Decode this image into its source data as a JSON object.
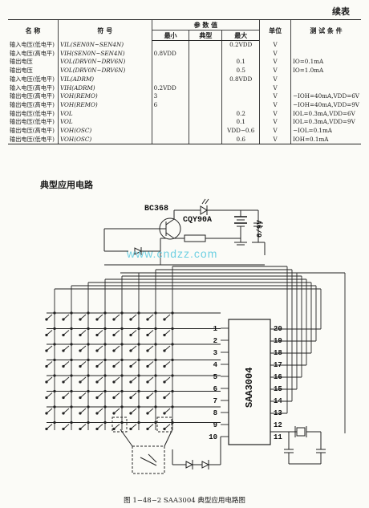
{
  "corner_note": "续表",
  "table": {
    "header": {
      "name": "名 称",
      "symbol": "符 号",
      "values": "参 数 值",
      "min": "最小",
      "typ": "典型",
      "max": "最大",
      "unit": "单位",
      "conditions": "测 试 条 件"
    },
    "rows": [
      {
        "name": "输入电压(低电平)",
        "symbol": "VIL(SEN0N~SEN4N)",
        "min": "",
        "typ": "",
        "max": "0.2VDD",
        "unit": "V",
        "cond": ""
      },
      {
        "name": "输入电压(高电平)",
        "symbol": "VIH(SEN0N~SEN4N)",
        "min": "0.8VDD",
        "typ": "",
        "max": "",
        "unit": "V",
        "cond": ""
      },
      {
        "name": "输出电压",
        "symbol": "VOL(DRV0N~DRV6N)",
        "min": "",
        "typ": "",
        "max": "0.1",
        "unit": "V",
        "cond": "IO=0.1mA"
      },
      {
        "name": "输出电压",
        "symbol": "VOL(DRV0N~DRV6N)",
        "min": "",
        "typ": "",
        "max": "0.5",
        "unit": "V",
        "cond": "IO=1.0mA"
      },
      {
        "name": "输入电压(低电平)",
        "symbol": "VIL(ADRM)",
        "min": "",
        "typ": "",
        "max": "0.8VDD",
        "unit": "V",
        "cond": ""
      },
      {
        "name": "输入电压(高电平)",
        "symbol": "VIH(ADRM)",
        "min": "0.2VDD",
        "typ": "",
        "max": "",
        "unit": "V",
        "cond": ""
      },
      {
        "name": "输出电压(高电平)",
        "symbol": "VOH(REMO)",
        "min": "3",
        "typ": "",
        "max": "",
        "unit": "V",
        "cond": "−IOH=40mA,VDD=6V"
      },
      {
        "name": "输出电压(高电平)",
        "symbol": "VOH(REMO)",
        "min": "6",
        "typ": "",
        "max": "",
        "unit": "V",
        "cond": "−IOH=40mA,VDD=9V"
      },
      {
        "name": "输出电压(低电平)",
        "symbol": "VOL",
        "min": "",
        "typ": "",
        "max": "0.2",
        "unit": "V",
        "cond": "IOL=0.3mA,VDD=6V"
      },
      {
        "name": "输出电压(低电平)",
        "symbol": "VOL",
        "min": "",
        "typ": "",
        "max": "0.1",
        "unit": "V",
        "cond": "IOL=0.3mA,VDD=9V"
      },
      {
        "name": "输出电压(高电平)",
        "symbol": "VOH(OSC)",
        "min": "",
        "typ": "",
        "max": "VDD−0.6",
        "unit": "V",
        "cond": "−IOL=0.1mA"
      },
      {
        "name": "输出电压(低电平)",
        "symbol": "VOH(OSC)",
        "min": "",
        "typ": "",
        "max": "0.6",
        "unit": "V",
        "cond": "IOH=0.1mA"
      }
    ]
  },
  "section_title": "典型应用电路",
  "circuit": {
    "transistor": "BC368",
    "led": "CQY90A",
    "supply": "6/9V",
    "ic": "SAA3004",
    "pins_left": [
      "1",
      "2",
      "3",
      "4",
      "5",
      "6",
      "7",
      "8",
      "9",
      "10"
    ],
    "pins_right": [
      "20",
      "19",
      "18",
      "17",
      "16",
      "15",
      "14",
      "13",
      "12",
      "11"
    ]
  },
  "watermark": "www.cndzz.com",
  "caption": "图 1−48−2  SAA3004 典型应用电路图"
}
